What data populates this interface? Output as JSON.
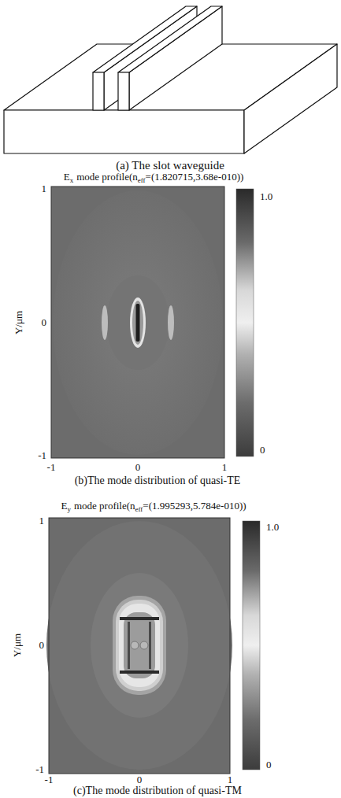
{
  "diagram": {
    "labels": [
      "(a) The slot waveguide",
      "E",
      "x",
      "mode profile(n",
      "eff",
      "=(1.820715,3.68e-010))",
      "1",
      "Y/μm",
      "0",
      "-1",
      "-1",
      "0",
      "1",
      "1.0",
      "0",
      "(b)The mode distribution of quasi-TE",
      "E",
      "y",
      "mode profile(n",
      "eff",
      "=(1.995293,5.784e-010))",
      "1",
      "Y/μm",
      "0",
      "-1",
      "-1",
      "0",
      "1",
      "1.0",
      "0",
      "(c)The mode distribution of quasi-TM"
    ]
  }
}
